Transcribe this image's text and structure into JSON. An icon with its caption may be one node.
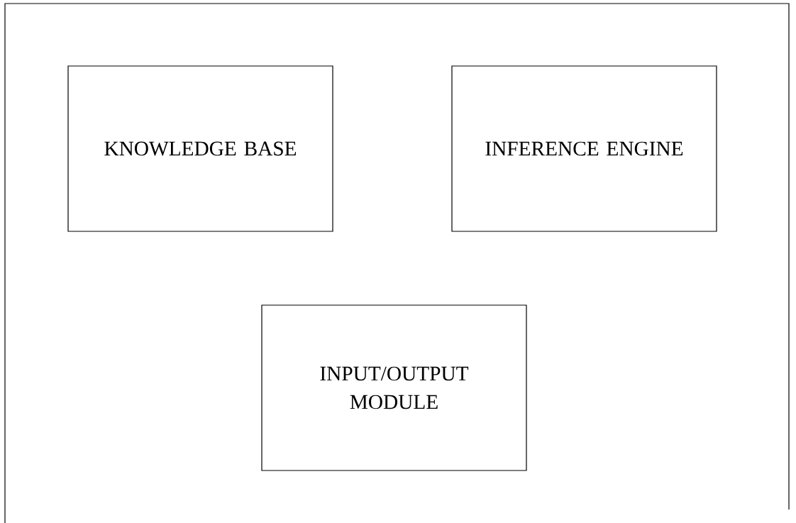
{
  "diagram": {
    "nodes": [
      {
        "text": [
          "KNOWLEDGE BASE"
        ]
      },
      {
        "text": [
          "INFERENCE ENGINE"
        ]
      },
      {
        "text": [
          "INPUT/OUTPUT MODULE"
        ]
      }
    ]
  }
}
